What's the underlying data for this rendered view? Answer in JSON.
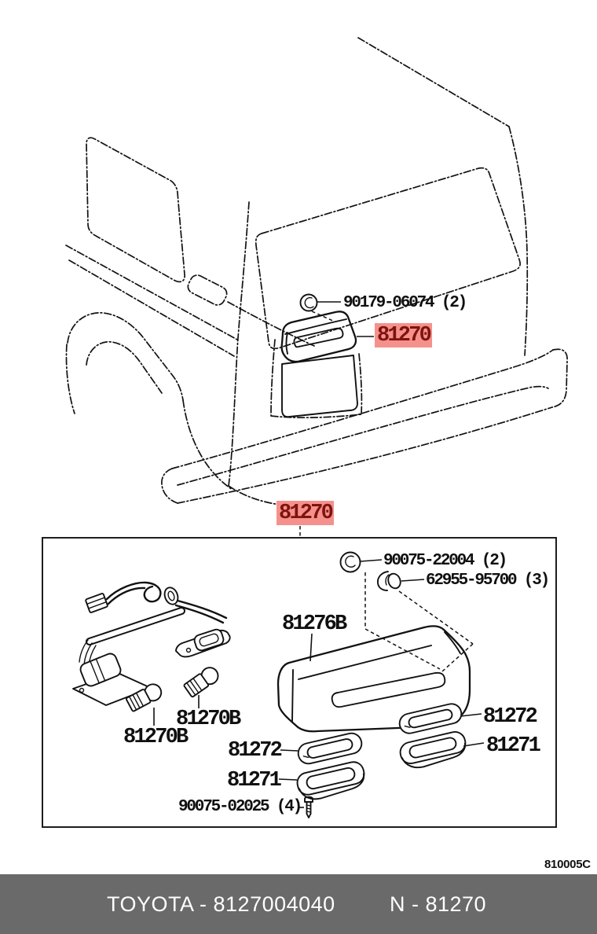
{
  "page": {
    "doc_code": "810005C",
    "footer": {
      "catalog_label": "TOYOTA - 8127004040",
      "part_ref_label": "N - 81270",
      "bg_color": "#6a6a6a",
      "text_color": "#ffffff"
    },
    "highlight": {
      "bg_color": "#f5918c",
      "text_color": "#7f130d"
    }
  },
  "vehicle_view": {
    "callouts": {
      "tapping_screw": "90179-06074 (2)",
      "lamp_assembly": "81270"
    }
  },
  "parts_box": {
    "assembly_code": "81270",
    "callouts": {
      "grommet": "90075-22004 (2)",
      "clip": "62955-95700 (3)",
      "lamp_body": "81276B",
      "bulb_left": "81270B",
      "bulb_right": "81270B",
      "gasket_center": "81272",
      "lens_center": "81271",
      "gasket_right": "81272",
      "lens_right": "81271",
      "screw": "90075-02025 (4)"
    }
  }
}
